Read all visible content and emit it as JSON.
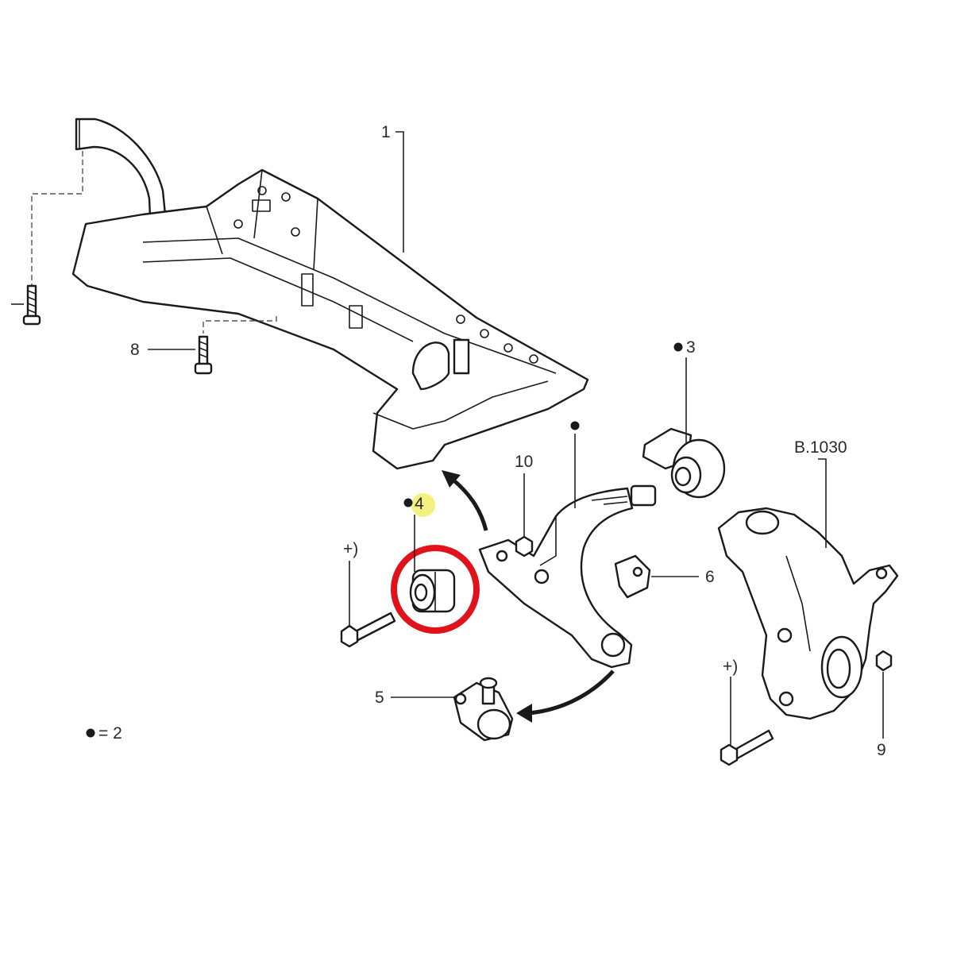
{
  "callouts": {
    "p1": "1",
    "p3": "3",
    "p4": "4",
    "p5": "5",
    "p6": "6",
    "p8": "8",
    "p9": "9",
    "p10": "10",
    "ref": "B.1030",
    "plus_left": "+)",
    "plus_right": "+)",
    "legend": "= 2"
  },
  "colors": {
    "highlight_circle": "#e0131a",
    "highlight_marker": "#f2ef6a",
    "ink": "#1a1a1a"
  }
}
